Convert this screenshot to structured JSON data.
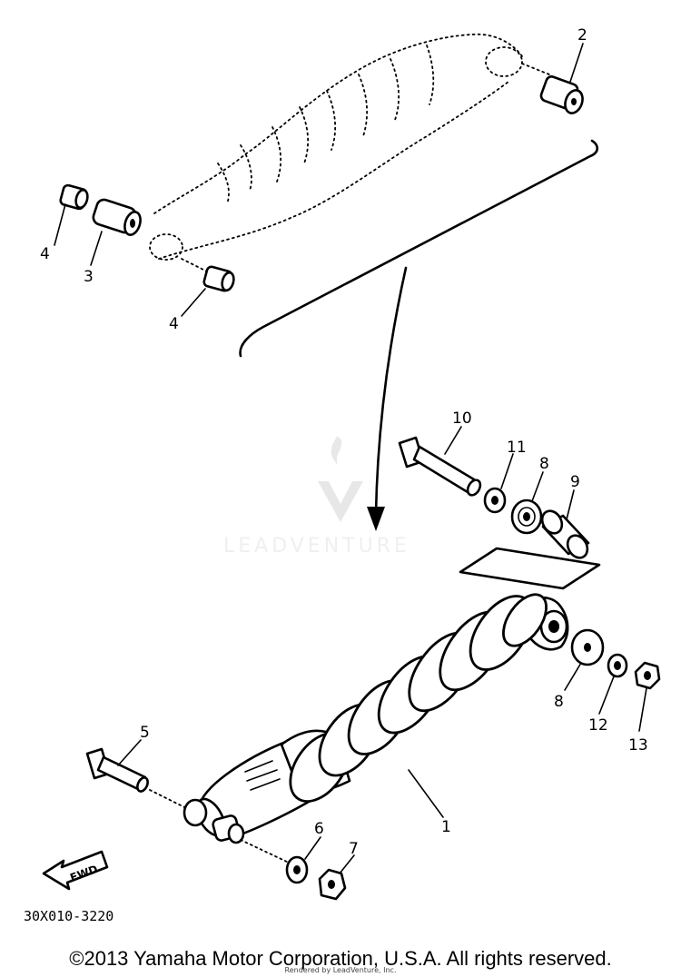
{
  "callouts": [
    {
      "id": "c2",
      "label": "2"
    },
    {
      "id": "c4a",
      "label": "4"
    },
    {
      "id": "c3",
      "label": "3"
    },
    {
      "id": "c4b",
      "label": "4"
    },
    {
      "id": "c10",
      "label": "10"
    },
    {
      "id": "c11",
      "label": "11"
    },
    {
      "id": "c8a",
      "label": "8"
    },
    {
      "id": "c9",
      "label": "9"
    },
    {
      "id": "c8b",
      "label": "8"
    },
    {
      "id": "c12",
      "label": "12"
    },
    {
      "id": "c13",
      "label": "13"
    },
    {
      "id": "c5",
      "label": "5"
    },
    {
      "id": "c1",
      "label": "1"
    },
    {
      "id": "c6",
      "label": "6"
    },
    {
      "id": "c7",
      "label": "7"
    }
  ],
  "fwd_label": "FWD",
  "diagram_code": "30X010-3220",
  "watermark": "LEADVENTURE",
  "copyright": "©2013 Yamaha Motor Corporation, U.S.A. All rights reserved.",
  "rendered_by": "Rendered by LeadVenture, Inc."
}
